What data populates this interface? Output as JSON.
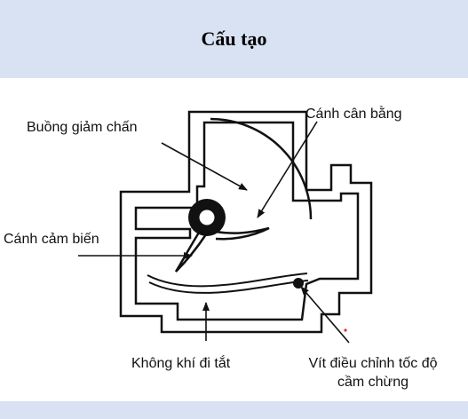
{
  "header": {
    "title": "Cấu tạo"
  },
  "labels": {
    "buong_giam_chan": "Buồng giảm chấn",
    "canh_can_bang": "Cánh cân bằng",
    "canh_cam_bien": "Cánh cảm biến",
    "khong_khi_di_tat": "Không khí đi tắt",
    "vit_line1": "Vít điều chỉnh tốc độ",
    "vit_line2": "cầm chừng"
  },
  "colors": {
    "band": "#d9e2f3",
    "ink": "#111111",
    "accent_dot": "#e03030"
  }
}
